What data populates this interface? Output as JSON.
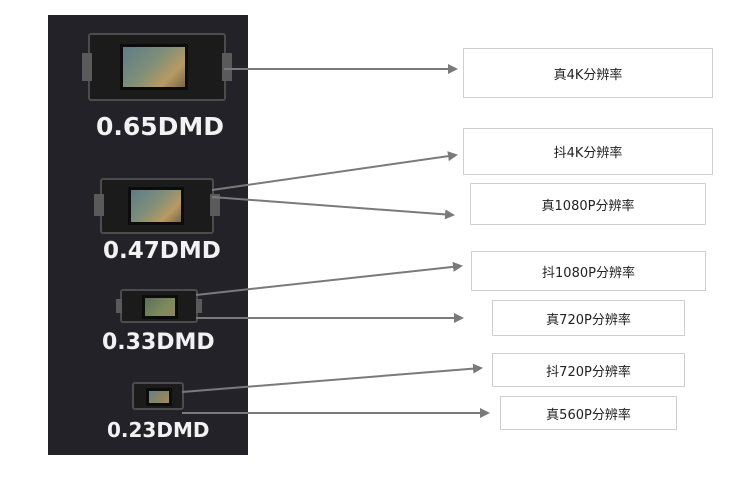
{
  "colors": {
    "panel": "#232228",
    "arrow": "#7a7a7a",
    "label": "#f2f2f2",
    "box_border": "#cfcfcf"
  },
  "chips": [
    {
      "label": "0.65DMD"
    },
    {
      "label": "0.47DMD"
    },
    {
      "label": "0.33DMD"
    },
    {
      "label": "0.23DMD"
    }
  ],
  "resolutions": [
    {
      "label": "真4K分辨率"
    },
    {
      "label": "抖4K分辨率"
    },
    {
      "label": "真1080P分辨率"
    },
    {
      "label": "抖1080P分辨率"
    },
    {
      "label": "真720P分辨率"
    },
    {
      "label": "抖720P分辨率"
    },
    {
      "label": "真560P分辨率"
    }
  ]
}
